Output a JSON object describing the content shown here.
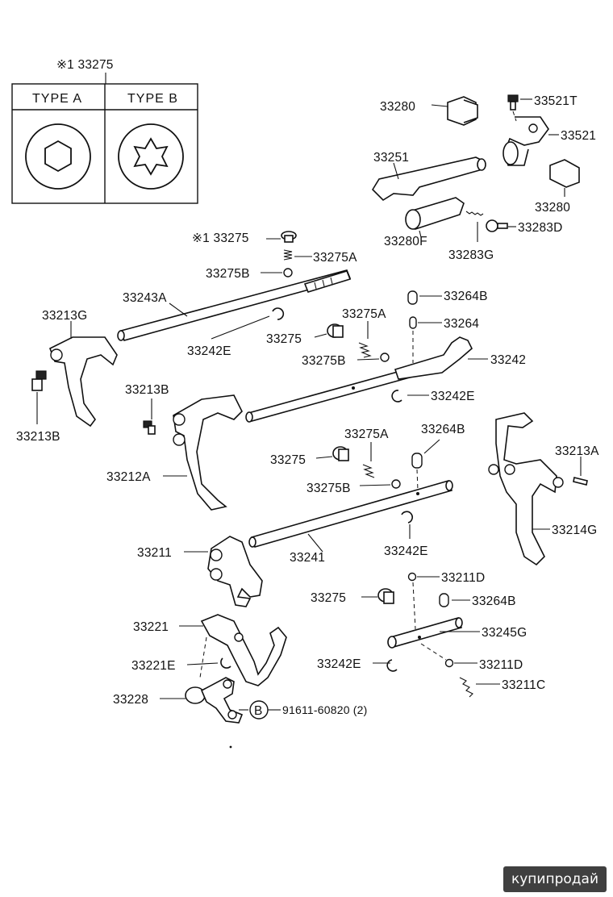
{
  "header": {
    "ref": "※1 33275",
    "type_a": "TYPE A",
    "type_b": "TYPE B"
  },
  "labels": {
    "p33280_top": "33280",
    "p33521T": "33521T",
    "p33521": "33521",
    "p33251": "33251",
    "p33280_right": "33280",
    "p33280F": "33280F",
    "p33283D": "33283D",
    "p33283G": "33283G",
    "p33275_ref": "※1 33275",
    "p33275A_1": "33275A",
    "p33275B_1": "33275B",
    "p33243A": "33243A",
    "p33213G": "33213G",
    "p33242E_1": "33242E",
    "p33275A_2": "33275A",
    "p33275_2": "33275",
    "p33264B_1": "33264B",
    "p33264": "33264",
    "p33275B_2": "33275B",
    "p33242": "33242",
    "p33242E_2": "33242E",
    "p33213B": "33213B",
    "p33213B_bar": "33213B",
    "p33275A_3": "33275A",
    "p33264B_2": "33264B",
    "p33213A": "33213A",
    "p33275_3": "33275",
    "p33212A": "33212A",
    "p33275B_3": "33275B",
    "p33214G": "33214G",
    "p33241": "33241",
    "p33242E_3": "33242E",
    "p33211": "33211",
    "p33211D_1": "33211D",
    "p33275_4": "33275",
    "p33264B_3": "33264B",
    "p33221": "33221",
    "p33245G": "33245G",
    "p33221E": "33221E",
    "p33242E_4": "33242E",
    "p33211D_2": "33211D",
    "p33211C": "33211C",
    "p33228": "33228",
    "b_marker": "B",
    "p91611": "91611-60820 (2)"
  },
  "watermark": "купипродай",
  "colors": {
    "line": "#111111",
    "background": "#ffffff"
  }
}
